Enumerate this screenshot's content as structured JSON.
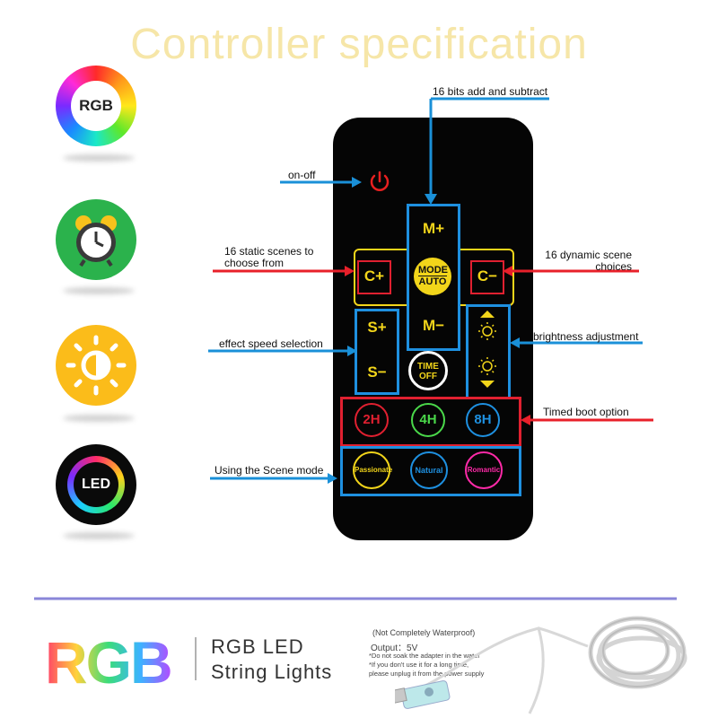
{
  "title": "Controller specification",
  "side_icons": {
    "rgb_label": "RGB",
    "led_label": "LED"
  },
  "labels": {
    "bits": "16 bits add and subtract",
    "on_off": "on-off",
    "static_line1": "16 static scenes to",
    "static_line2": "choose from",
    "dynamic_line1": "16 dynamic scene",
    "dynamic_line2": "choices",
    "speed": "effect speed selection",
    "brightness": "brightness adjustment",
    "timed": "Timed boot option",
    "scene": "Using the Scene mode"
  },
  "remote": {
    "m_plus": "M+",
    "m_minus": "M−",
    "c_plus": "C+",
    "c_minus": "C−",
    "mode": "MODE",
    "auto": "AUTO",
    "s_plus": "S+",
    "s_minus": "S−",
    "time": "TIME",
    "off": "OFF",
    "h2": "2H",
    "h4": "4H",
    "h8": "8H",
    "passionate": "Passionate",
    "natural": "Natural",
    "romantic": "Romantic"
  },
  "product": {
    "rgb": "RGB",
    "line1": "RGB LED",
    "line2": "String Lights",
    "waterproof": "(Not Completely Waterproof)",
    "output": "Output：5V",
    "note1": "*Do not soak the adapter in the water",
    "note2": "*If you don't use it for a long time,",
    "note3": "please unplug it from the power supply"
  },
  "colors": {
    "arrow_blue": "#1a90d8",
    "arrow_red": "#e8202a",
    "remote_yellow": "#f2d51a",
    "remote_blue": "#1e90e0",
    "remote_red": "#e02030"
  }
}
